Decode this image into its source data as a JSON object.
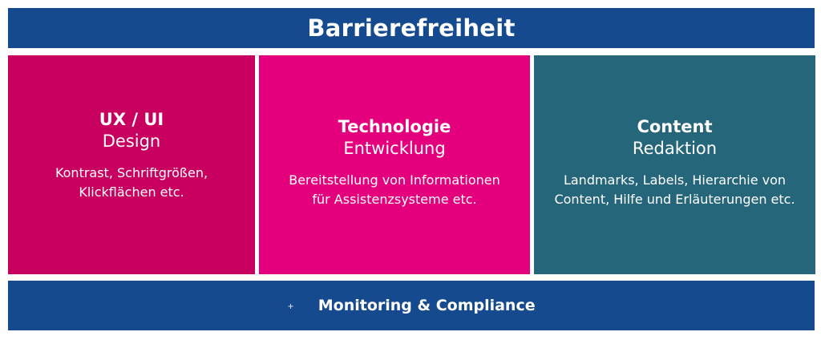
{
  "header": {
    "title": "Barrierefreiheit"
  },
  "boxes": [
    {
      "title": "UX / UI",
      "subtitle": "Design",
      "description": "Kontrast, Schriftgrößen,\nKlickflächen etc.",
      "color": "#C8005F"
    },
    {
      "title": "Technologie",
      "subtitle": "Entwicklung",
      "description": "Bereitstellung von Informationen\nfür Assistenzsysteme etc.",
      "color": "#E4007C"
    },
    {
      "title": "Content",
      "subtitle": "Redaktion",
      "description": "Landmarks, Labels, Hierarchie von\nContent, Hilfe und Erläuterungen etc.",
      "color": "#26667A"
    }
  ],
  "footer": {
    "icon": "plus-icon",
    "label": "Monitoring & Compliance"
  },
  "colors": {
    "bar": "#164A8E"
  }
}
